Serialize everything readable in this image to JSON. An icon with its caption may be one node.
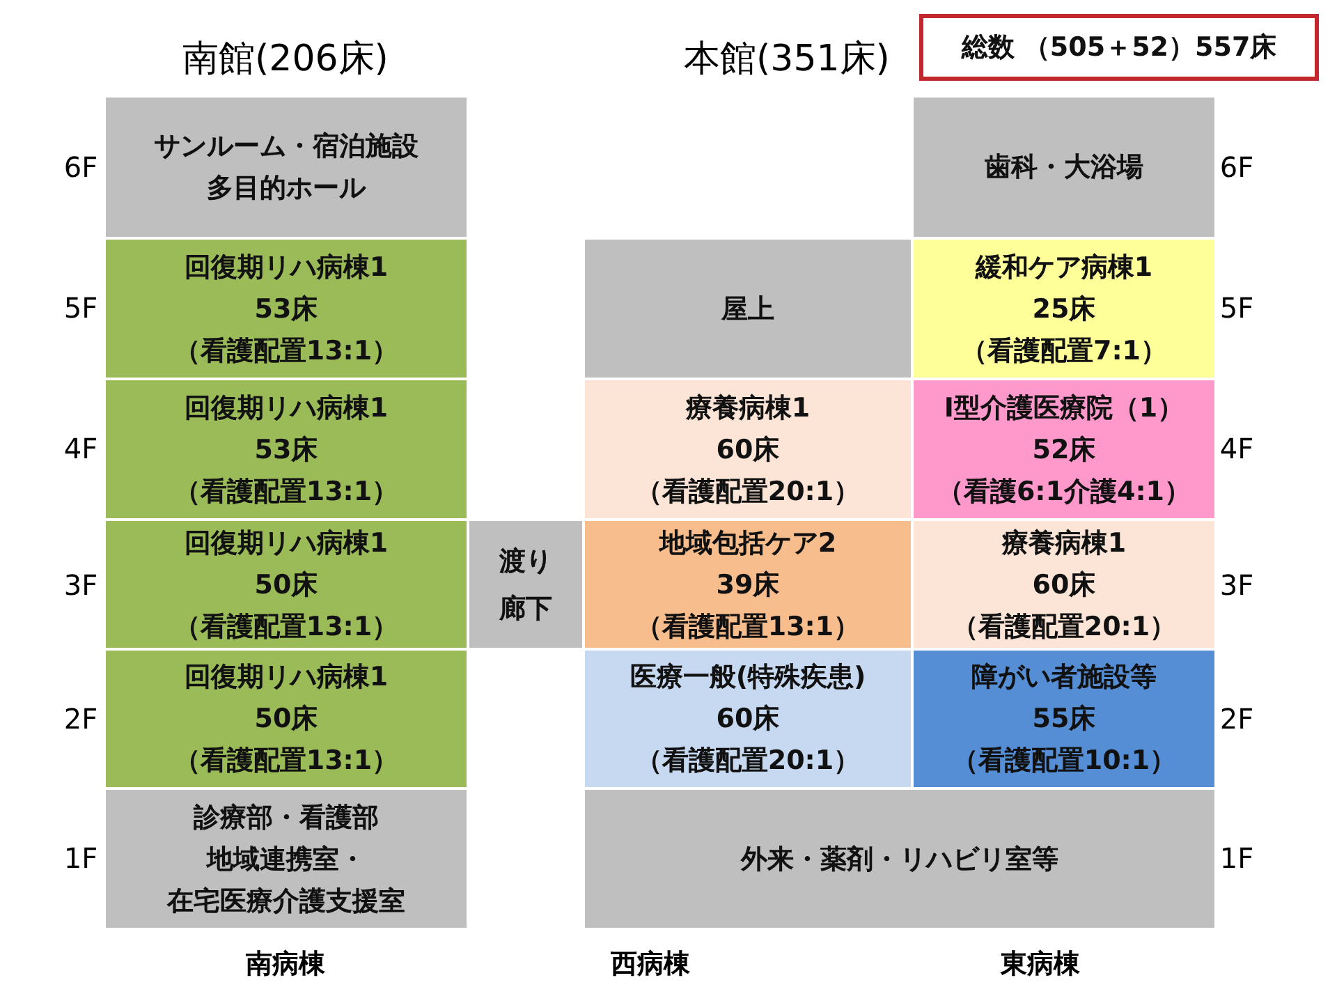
{
  "diagram": {
    "nodes": [
      {
        "text": [
          "総数 （505＋52）557床"
        ]
      },
      {
        "text": [
          "サンルーム・宿泊施設",
          "多目的ホール"
        ]
      },
      {
        "text": [
          "歯科・大浴場"
        ]
      },
      {
        "text": [
          "回復期リハ病棟1",
          "53床",
          "（看護配置13:1）"
        ]
      },
      {
        "text": [
          "屋上"
        ]
      },
      {
        "text": [
          "緩和ケア病棟1",
          "25床",
          "（看護配置7:1）"
        ]
      },
      {
        "text": [
          "回復期リハ病棟1",
          "53床",
          "（看護配置13:1）"
        ]
      },
      {
        "text": [
          "療養病棟1",
          "60床",
          "（看護配置20:1）"
        ]
      },
      {
        "text": [
          "Ⅰ型介護医療院（1）",
          "52床",
          "（看護6:1介護4:1）"
        ]
      },
      {
        "text": [
          "回復期リハ病棟1",
          "50床",
          "（看護配置13:1）"
        ]
      },
      {
        "text": [
          "渡り",
          "廊下"
        ]
      },
      {
        "text": [
          "地域包括ケア2",
          "39床",
          "（看護配置13:1）"
        ]
      },
      {
        "text": [
          "療養病棟1",
          "60床",
          "（看護配置20:1）"
        ]
      },
      {
        "text": [
          "回復期リハ病棟1",
          "50床",
          "（看護配置13:1）"
        ]
      },
      {
        "text": [
          "医療一般(特殊疾患)",
          "60床",
          "（看護配置20:1）"
        ]
      },
      {
        "text": [
          "障がい者施設等",
          "55床",
          "（看護配置10:1）"
        ]
      },
      {
        "text": [
          "診療部・看護部",
          "地域連携室・",
          "在宅医療介護支援室"
        ]
      },
      {
        "text": [
          "外来・薬剤・リハビリ室等"
        ]
      }
    ],
    "labels": [
      "南館(206床)",
      "本館(351床)",
      "6F",
      "6F",
      "5F",
      "5F",
      "4F",
      "4F",
      "3F",
      "3F",
      "2F",
      "2F",
      "1F",
      "1F",
      "南病棟",
      "西病棟",
      "東病棟"
    ]
  }
}
